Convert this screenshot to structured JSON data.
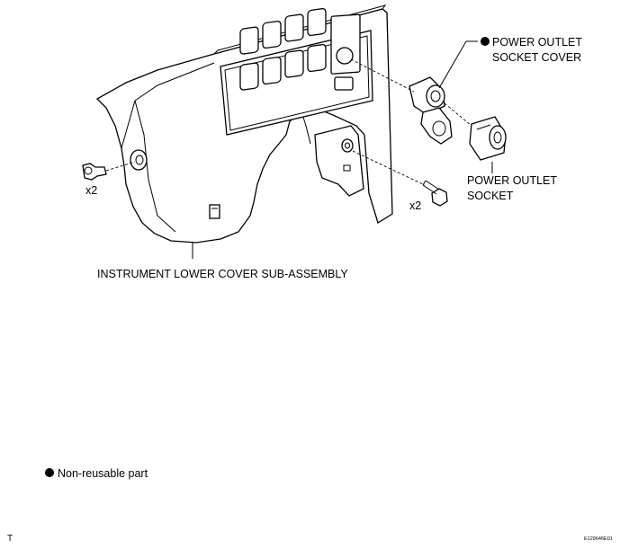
{
  "labels": {
    "socket_cover_line1": "POWER OUTLET",
    "socket_cover_line2": "SOCKET COVER",
    "socket_line1": "POWER OUTLET",
    "socket_line2": "SOCKET",
    "lower_cover": "INSTRUMENT LOWER COVER SUB-ASSEMBLY",
    "qty_left": "x2",
    "qty_right": "x2"
  },
  "legend": {
    "text": "Non-reusable part"
  },
  "footer": {
    "left_mark": "T",
    "figure_code": "E129646E01"
  }
}
